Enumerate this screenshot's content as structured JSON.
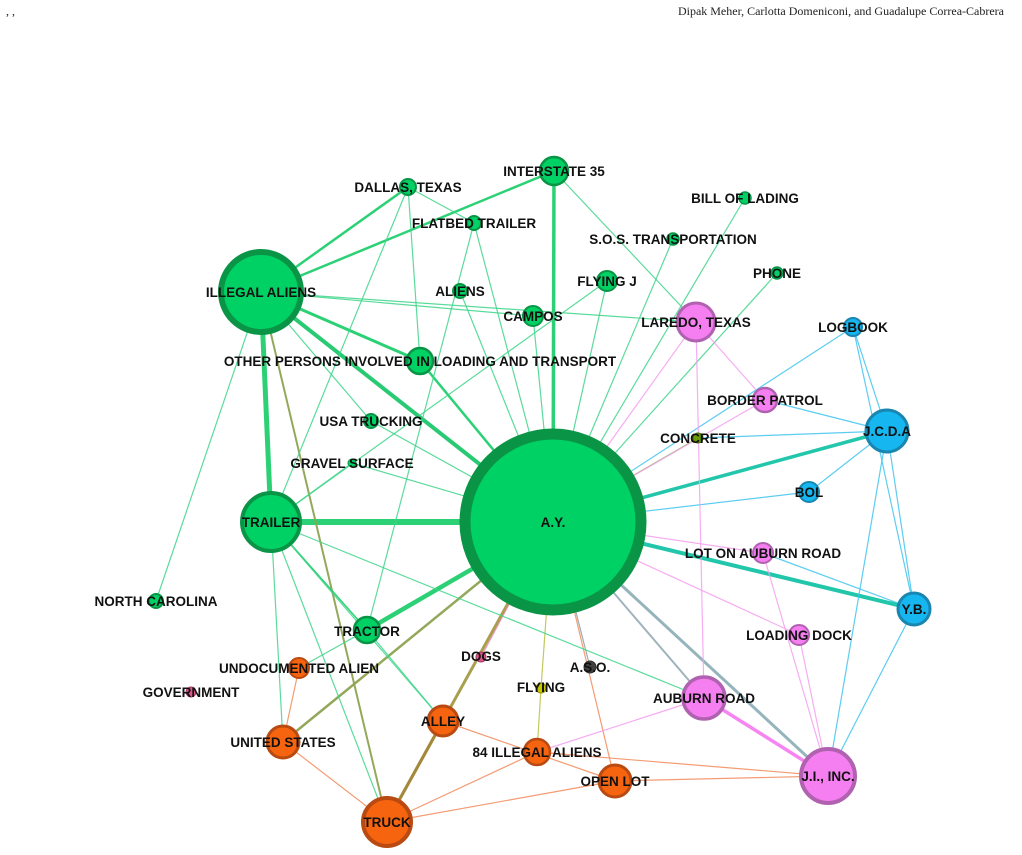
{
  "header": {
    "left": ", ,",
    "authors": "Dipak Meher, Carlotta Domeniconi, and Guadalupe Correa-Cabrera"
  },
  "colors": {
    "green": "#00d164",
    "green_stroke": "#0a9446",
    "orange": "#f76410",
    "orange_stroke": "#b84a12",
    "pink": "#f57ef0",
    "pink_stroke": "#b062b0",
    "blue": "#16b6f0",
    "blue_stroke": "#1a86b0",
    "olive": "#6a9c05",
    "dark": "#404040",
    "pink_small": "#e0558a",
    "yellow": "#c8c800"
  },
  "nodes": [
    {
      "id": "ay",
      "label": "A.Y.",
      "group": "green"
    },
    {
      "id": "illegal_aliens",
      "label": "ILLEGAL ALIENS",
      "group": "green"
    },
    {
      "id": "trailer",
      "label": "TRAILER",
      "group": "green"
    },
    {
      "id": "interstate35",
      "label": "INTERSTATE 35",
      "group": "green"
    },
    {
      "id": "dallas",
      "label": "DALLAS, TEXAS",
      "group": "green"
    },
    {
      "id": "flatbed",
      "label": "FLATBED TRAILER",
      "group": "green"
    },
    {
      "id": "bill_of_lading",
      "label": "BILL OF LADING",
      "group": "green"
    },
    {
      "id": "sos",
      "label": "S.O.S. TRANSPORTATION",
      "group": "green"
    },
    {
      "id": "phone",
      "label": "PHONE",
      "group": "green"
    },
    {
      "id": "flying_j",
      "label": "FLYING J",
      "group": "green"
    },
    {
      "id": "aliens",
      "label": "ALIENS",
      "group": "green"
    },
    {
      "id": "campos",
      "label": "CAMPOS",
      "group": "green"
    },
    {
      "id": "other_persons",
      "label": "OTHER PERSONS INVOLVED IN LOADING AND TRANSPORT",
      "group": "green"
    },
    {
      "id": "usa_trucking",
      "label": "USA TRUCKING",
      "group": "green"
    },
    {
      "id": "gravel",
      "label": "GRAVEL SURFACE",
      "group": "green"
    },
    {
      "id": "north_carolina",
      "label": "NORTH CAROLINA",
      "group": "green"
    },
    {
      "id": "tractor",
      "label": "TRACTOR",
      "group": "green"
    },
    {
      "id": "laredo",
      "label": "LAREDO, TEXAS",
      "group": "pink"
    },
    {
      "id": "border_patrol",
      "label": "BORDER PATROL",
      "group": "pink"
    },
    {
      "id": "lot_auburn",
      "label": "LOT ON AUBURN ROAD",
      "group": "pink"
    },
    {
      "id": "loading_dock",
      "label": "LOADING DOCK",
      "group": "pink"
    },
    {
      "id": "auburn_road",
      "label": "AUBURN ROAD",
      "group": "pink"
    },
    {
      "id": "ji_inc",
      "label": "J.I., INC.",
      "group": "pink"
    },
    {
      "id": "logbook",
      "label": "LOGBOOK",
      "group": "blue"
    },
    {
      "id": "jcda",
      "label": "J.C.D.A",
      "group": "blue"
    },
    {
      "id": "bol",
      "label": "BOL",
      "group": "blue"
    },
    {
      "id": "yb",
      "label": "Y.B.",
      "group": "blue"
    },
    {
      "id": "concrete",
      "label": "CONCRETE",
      "group": "olive"
    },
    {
      "id": "dogs",
      "label": "DOGS",
      "group": "pink_small"
    },
    {
      "id": "aso",
      "label": "A.S.O.",
      "group": "dark"
    },
    {
      "id": "flying",
      "label": "FLYING",
      "group": "yellow"
    },
    {
      "id": "undocumented",
      "label": "UNDOCUMENTED ALIEN",
      "group": "orange"
    },
    {
      "id": "government",
      "label": "GOVERNMENT",
      "group": "pink_small"
    },
    {
      "id": "united_states",
      "label": "UNITED STATES",
      "group": "orange"
    },
    {
      "id": "alley",
      "label": "ALLEY",
      "group": "orange"
    },
    {
      "id": "illegal84",
      "label": "84 ILLEGAL ALIENS",
      "group": "orange"
    },
    {
      "id": "open_lot",
      "label": "OPEN LOT",
      "group": "orange"
    },
    {
      "id": "truck",
      "label": "TRUCK",
      "group": "orange"
    }
  ],
  "edges": [
    [
      "ay",
      "illegal_aliens"
    ],
    [
      "ay",
      "trailer"
    ],
    [
      "ay",
      "interstate35"
    ],
    [
      "ay",
      "tractor"
    ],
    [
      "ay",
      "other_persons"
    ],
    [
      "ay",
      "jcda"
    ],
    [
      "ay",
      "yb"
    ],
    [
      "ay",
      "truck"
    ],
    [
      "ay",
      "ji_inc"
    ],
    [
      "ay",
      "aliens"
    ],
    [
      "ay",
      "campos"
    ],
    [
      "ay",
      "laredo"
    ],
    [
      "ay",
      "flying_j"
    ],
    [
      "ay",
      "sos"
    ],
    [
      "ay",
      "bill_of_lading"
    ],
    [
      "ay",
      "phone"
    ],
    [
      "ay",
      "usa_trucking"
    ],
    [
      "ay",
      "flatbed"
    ],
    [
      "ay",
      "united_states"
    ],
    [
      "ay",
      "flying"
    ],
    [
      "ay",
      "open_lot"
    ],
    [
      "ay",
      "aso"
    ],
    [
      "ay",
      "dogs"
    ],
    [
      "ay",
      "auburn_road"
    ],
    [
      "ay",
      "bol"
    ],
    [
      "ay",
      "concrete"
    ],
    [
      "ay",
      "lot_auburn"
    ],
    [
      "ay",
      "logbook"
    ],
    [
      "ay",
      "border_patrol"
    ],
    [
      "ay",
      "gravel"
    ],
    [
      "ay",
      "loading_dock"
    ],
    [
      "illegal_aliens",
      "trailer"
    ],
    [
      "illegal_aliens",
      "dallas"
    ],
    [
      "illegal_aliens",
      "interstate35"
    ],
    [
      "illegal_aliens",
      "other_persons"
    ],
    [
      "illegal_aliens",
      "north_carolina"
    ],
    [
      "illegal_aliens",
      "truck"
    ],
    [
      "illegal_aliens",
      "laredo"
    ],
    [
      "illegal_aliens",
      "campos"
    ],
    [
      "illegal_aliens",
      "usa_trucking"
    ],
    [
      "trailer",
      "tractor"
    ],
    [
      "trailer",
      "truck"
    ],
    [
      "trailer",
      "united_states"
    ],
    [
      "trailer",
      "dallas"
    ],
    [
      "trailer",
      "flying_j"
    ],
    [
      "trailer",
      "alley"
    ],
    [
      "trailer",
      "auburn_road"
    ],
    [
      "trailer",
      "gravel"
    ],
    [
      "dallas",
      "other_persons"
    ],
    [
      "dallas",
      "flatbed"
    ],
    [
      "tractor",
      "undocumented"
    ],
    [
      "tractor",
      "alley"
    ],
    [
      "interstate35",
      "laredo"
    ],
    [
      "flatbed",
      "tractor"
    ],
    [
      "jcda",
      "bol"
    ],
    [
      "jcda",
      "ji_inc"
    ],
    [
      "jcda",
      "yb"
    ],
    [
      "jcda",
      "logbook"
    ],
    [
      "jcda",
      "concrete"
    ],
    [
      "jcda",
      "border_patrol"
    ],
    [
      "yb",
      "ji_inc"
    ],
    [
      "yb",
      "logbook"
    ],
    [
      "yb",
      "lot_auburn"
    ],
    [
      "laredo",
      "auburn_road"
    ],
    [
      "laredo",
      "border_patrol"
    ],
    [
      "auburn_road",
      "ji_inc"
    ],
    [
      "auburn_road",
      "illegal84"
    ],
    [
      "lot_auburn",
      "ji_inc"
    ],
    [
      "loading_dock",
      "ji_inc"
    ],
    [
      "illegal84",
      "ji_inc"
    ],
    [
      "open_lot",
      "ji_inc"
    ],
    [
      "truck",
      "alley"
    ],
    [
      "truck",
      "illegal84"
    ],
    [
      "truck",
      "open_lot"
    ],
    [
      "alley",
      "open_lot"
    ],
    [
      "undocumented",
      "united_states"
    ],
    [
      "united_states",
      "truck"
    ],
    [
      "flying",
      "illegal84"
    ]
  ]
}
